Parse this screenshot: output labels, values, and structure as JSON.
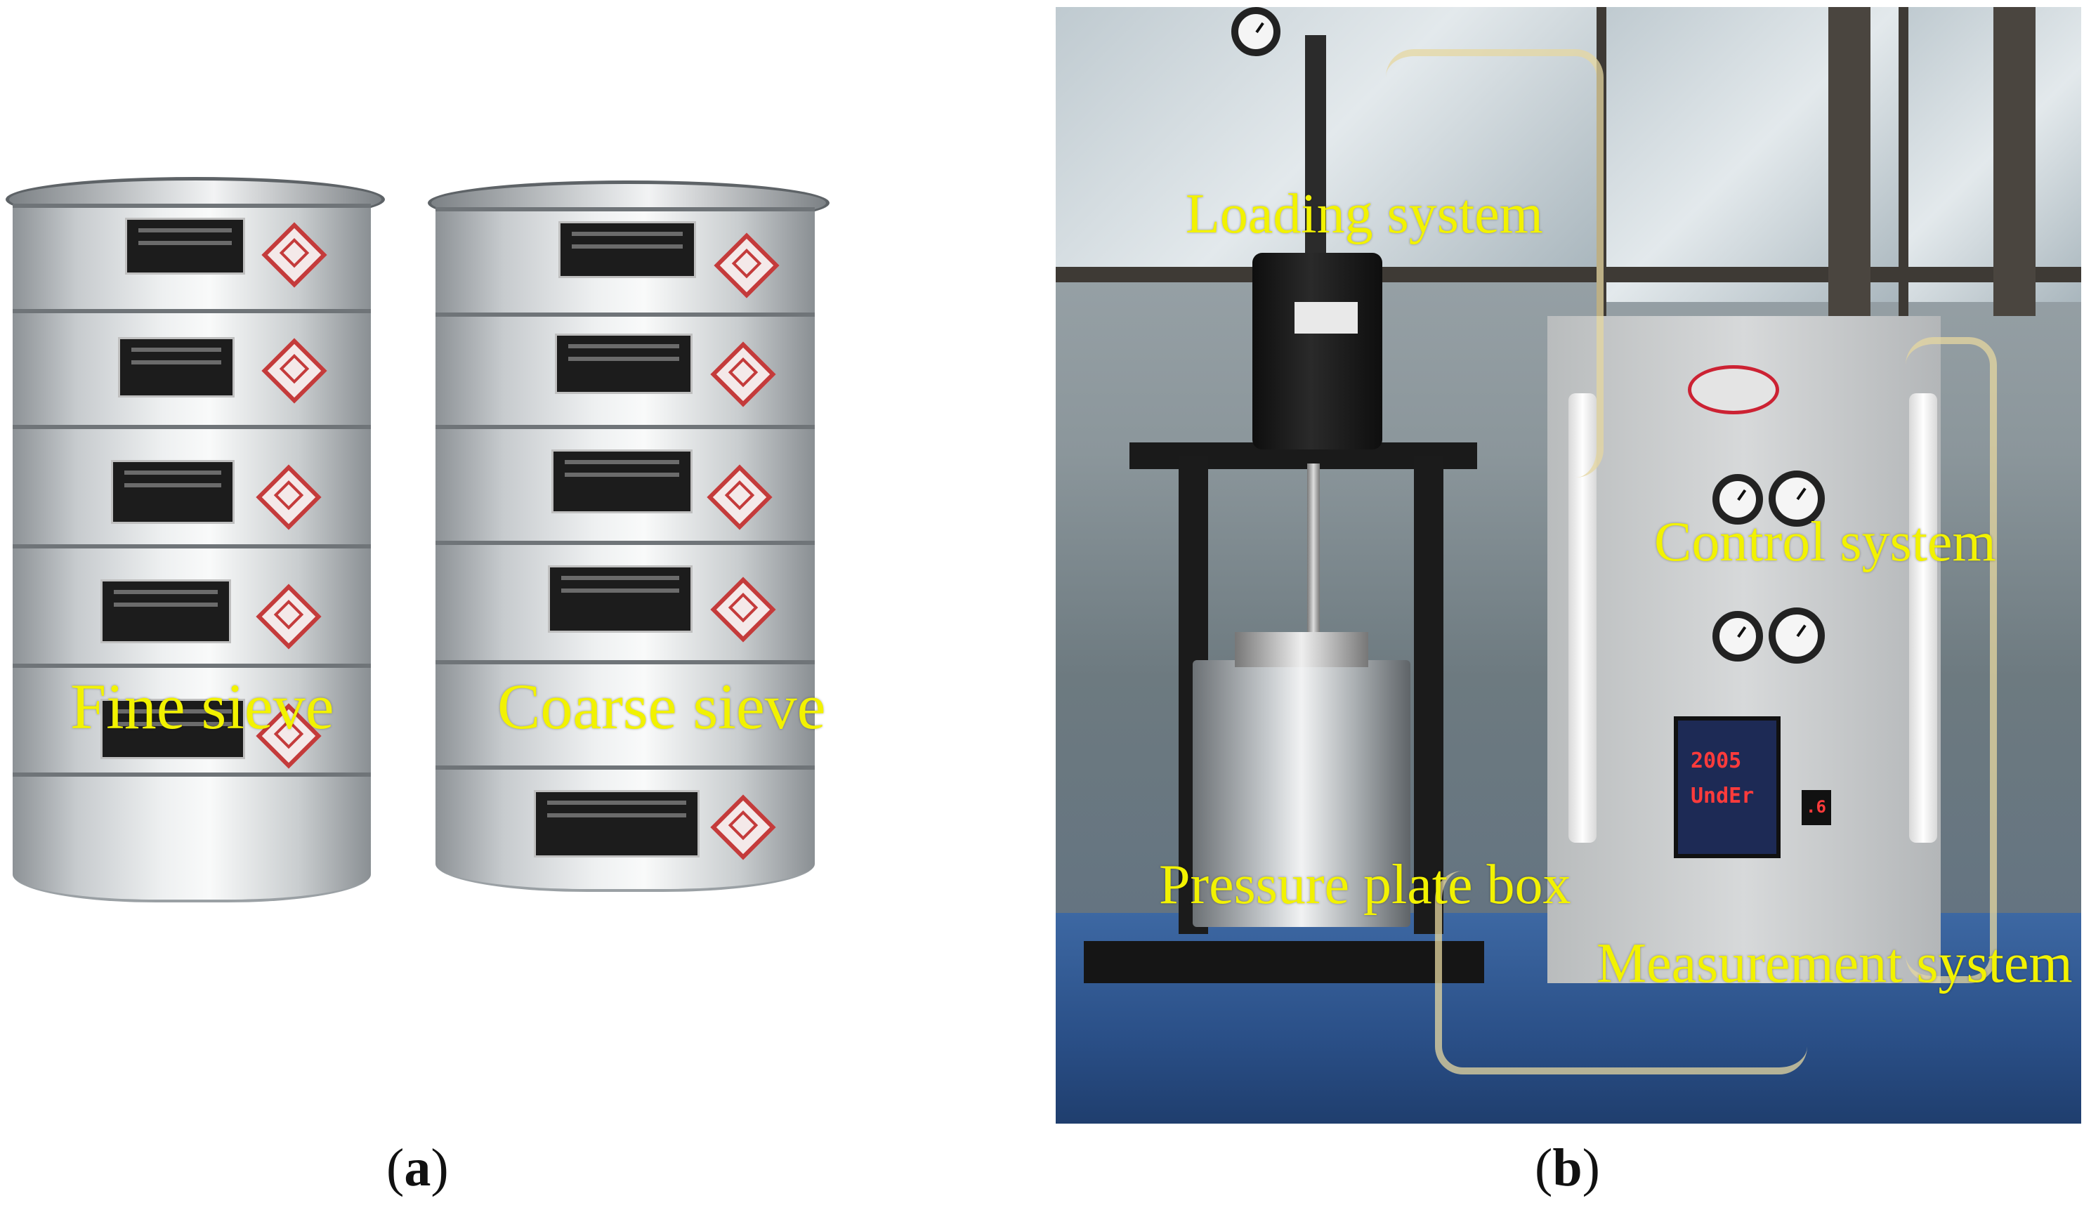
{
  "panel_a": {
    "labels": {
      "fine": "Fine sieve",
      "coarse": "Coarse sieve"
    },
    "caption_letter": "a"
  },
  "panel_b": {
    "labels": {
      "loading": "Loading system",
      "control": "Control system",
      "pressure": "Pressure plate box",
      "measurement": "Measurement system"
    },
    "display_readout": {
      "top": "2005",
      "bottom": "UndEr",
      "small": ".6"
    },
    "caption_letter": "b"
  },
  "colors": {
    "label_yellow": "#f2f200",
    "diamond_red": "#c43b3b"
  }
}
